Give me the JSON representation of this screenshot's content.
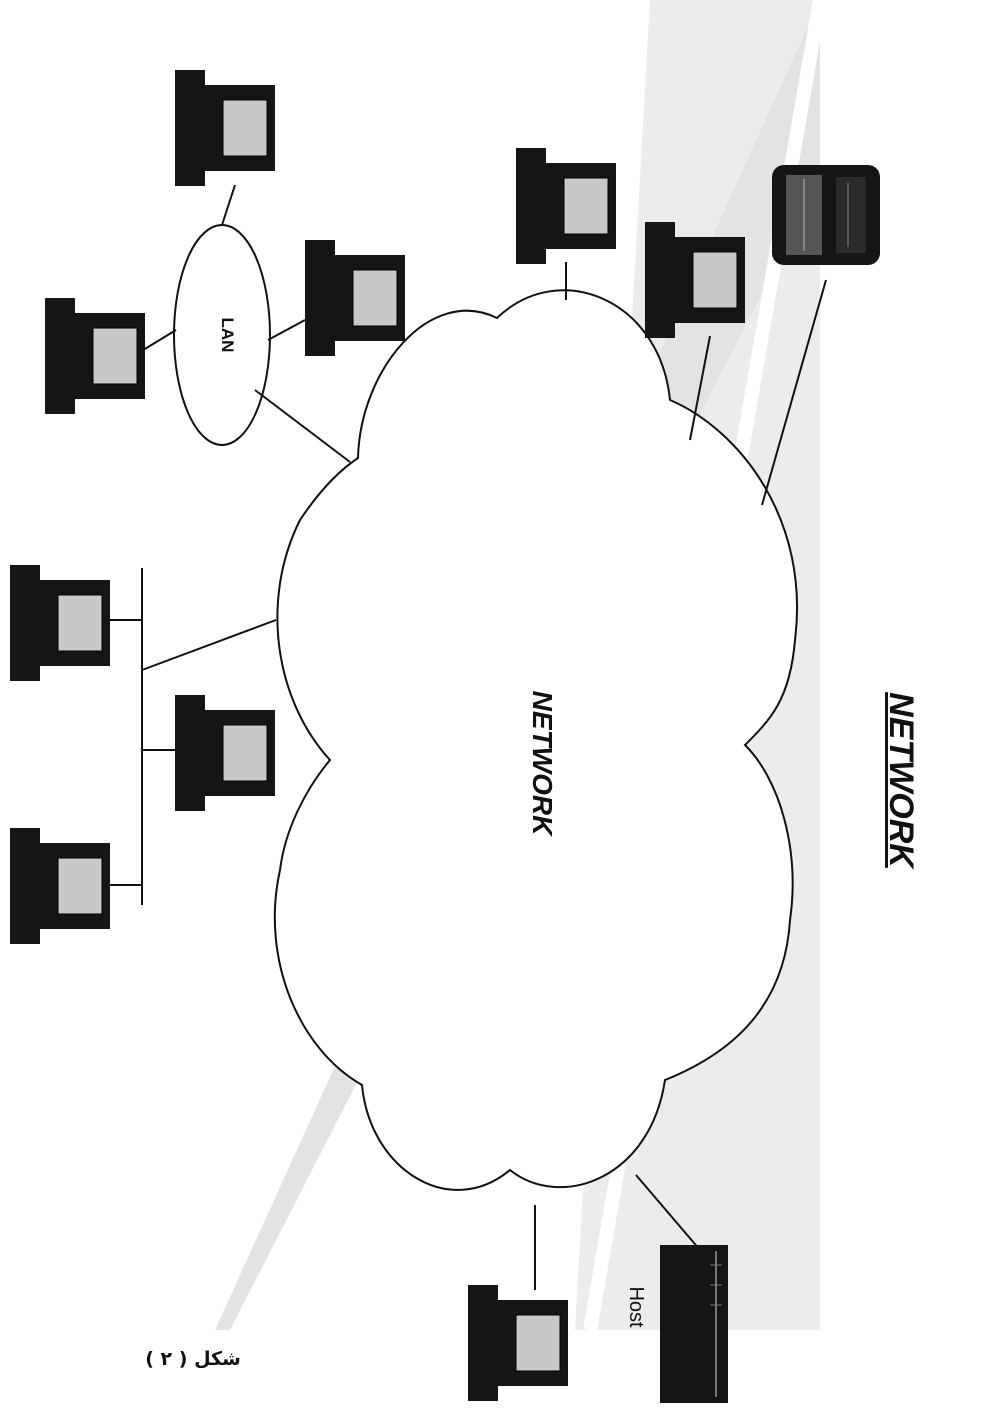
{
  "diagram": {
    "title": "NETWORK",
    "cloud_label": "NETWORK",
    "lan_label": "LAN",
    "host_label": "Host",
    "caption": "شكل ( ٢ )"
  },
  "colors": {
    "ink": "#111111",
    "screen": "#c8c8c8",
    "background_band": "#e6e6e6",
    "page": "#ffffff"
  },
  "icons": [
    "computer-icon",
    "printer-icon",
    "host-icon"
  ]
}
